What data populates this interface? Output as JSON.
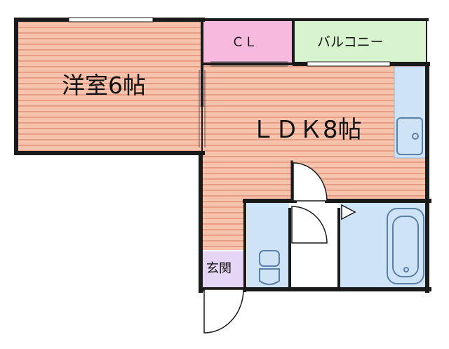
{
  "rooms": {
    "western": "洋室6帖",
    "ldk": "ＬＤＫ8帖",
    "closet": "ＣＬ",
    "balcony": "バルコニー",
    "entrance": "玄関"
  },
  "colors": {
    "floor": "#f6c3ad",
    "floor_stripe": "#e99d86",
    "closet": "#f7b9dd",
    "balcony": "#d8f4cf",
    "wet_area": "#cfe3f7",
    "entrance": "#e6d6f5",
    "wall": "#1a1a1a",
    "fixture": "#8fb5dc"
  }
}
